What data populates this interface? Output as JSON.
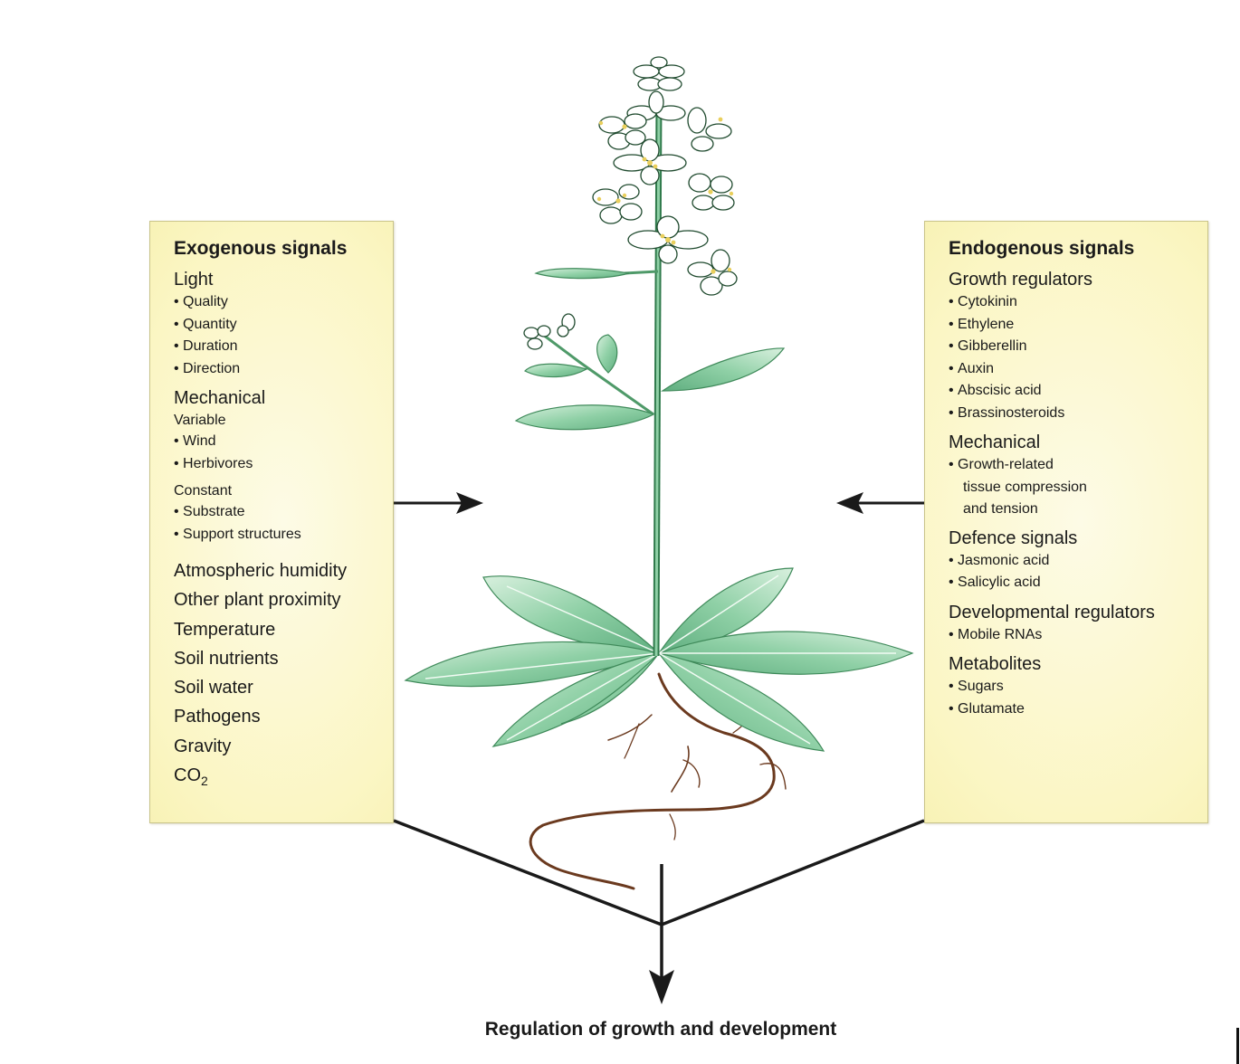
{
  "exogenous": {
    "title": "Exogenous signals",
    "light": {
      "label": "Light",
      "items": [
        "Quality",
        "Quantity",
        "Duration",
        "Direction"
      ]
    },
    "mechanical": {
      "label": "Mechanical",
      "variable_label": "Variable",
      "variable_items": [
        "Wind",
        "Herbivores"
      ],
      "constant_label": "Constant",
      "constant_items": [
        "Substrate",
        "Support structures"
      ]
    },
    "others": [
      "Atmospheric humidity",
      "Other plant proximity",
      "Temperature",
      "Soil nutrients",
      "Soil water",
      "Pathogens",
      "Gravity"
    ],
    "co2": {
      "base": "CO",
      "sub": "2"
    }
  },
  "endogenous": {
    "title": "Endogenous signals",
    "growth_regulators": {
      "label": "Growth regulators",
      "items": [
        "Cytokinin",
        "Ethylene",
        "Gibberellin",
        "Auxin",
        "Abscisic acid",
        "Brassinosteroids"
      ]
    },
    "mechanical": {
      "label": "Mechanical",
      "item_lines": [
        "Growth-related",
        "tissue compression",
        "and tension"
      ]
    },
    "defence": {
      "label": "Defence signals",
      "items": [
        "Jasmonic acid",
        "Salicylic acid"
      ]
    },
    "developmental": {
      "label": "Developmental regulators",
      "items": [
        "Mobile RNAs"
      ]
    },
    "metabolites": {
      "label": "Metabolites",
      "items": [
        "Sugars",
        "Glutamate"
      ]
    }
  },
  "caption": "Regulation of growth and development",
  "colors": {
    "panel_fill": "#fbf6c4",
    "leaf": "#8fd0a6",
    "stem": "#4f9a69",
    "root": "#6b3a1f",
    "arrow": "#1a1a1a"
  }
}
